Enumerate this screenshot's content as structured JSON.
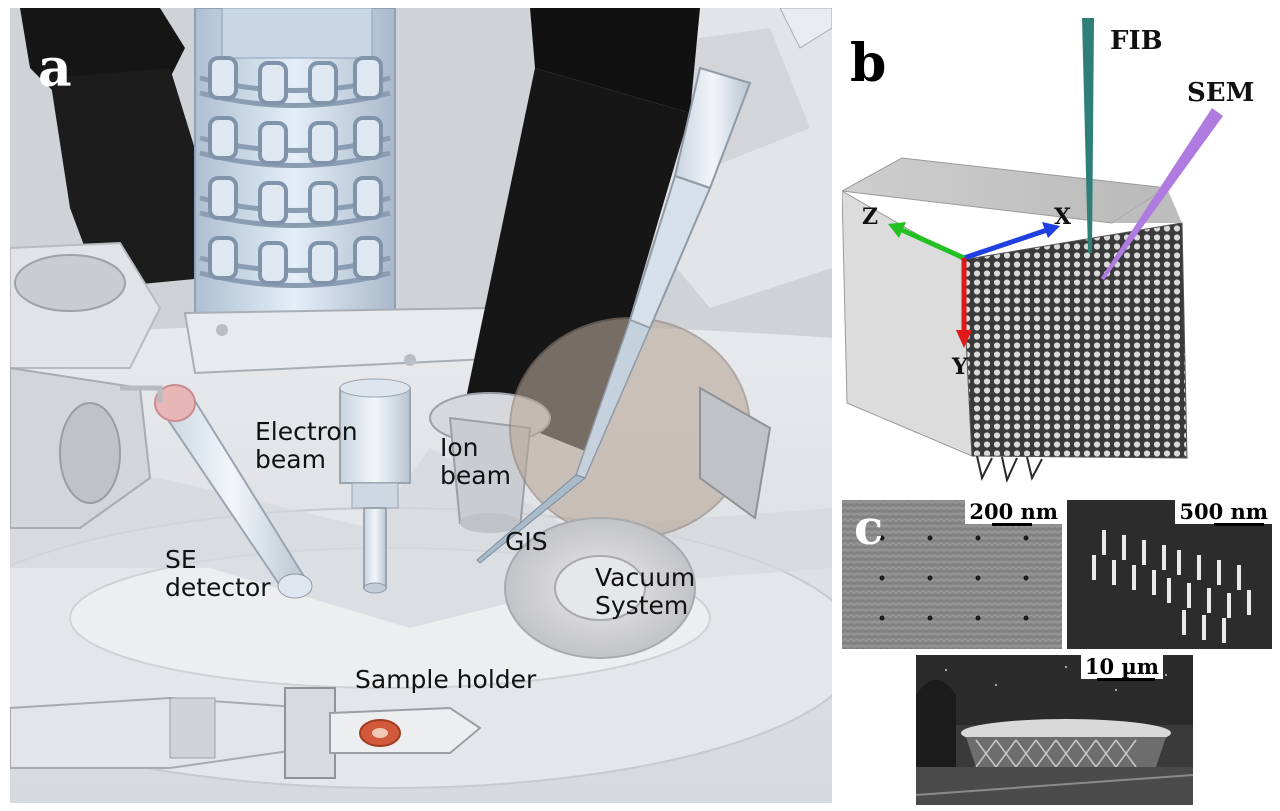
{
  "panels": {
    "a": "a",
    "b": "b",
    "c": "c"
  },
  "panel_a_labels": {
    "electron_beam": "Electron\nbeam",
    "ion_beam": "Ion\nbeam",
    "gis": "GIS",
    "vacuum_system": "Vacuum\nSystem",
    "se_detector": "SE\ndetector",
    "sample_holder": "Sample holder"
  },
  "panel_b_labels": {
    "fib": "FIB",
    "sem": "SEM",
    "axis_x": "X",
    "axis_y": "Y",
    "axis_z": "Z"
  },
  "panel_c_scalebars": {
    "left": "200 nm",
    "right": "500 nm",
    "bottom": "10 µm"
  },
  "colors": {
    "fib_beam": "#2f7f78",
    "sem_beam": "#b07be0",
    "axis_x": "#1f3fe0",
    "axis_y": "#e01818",
    "axis_z": "#22c022"
  }
}
